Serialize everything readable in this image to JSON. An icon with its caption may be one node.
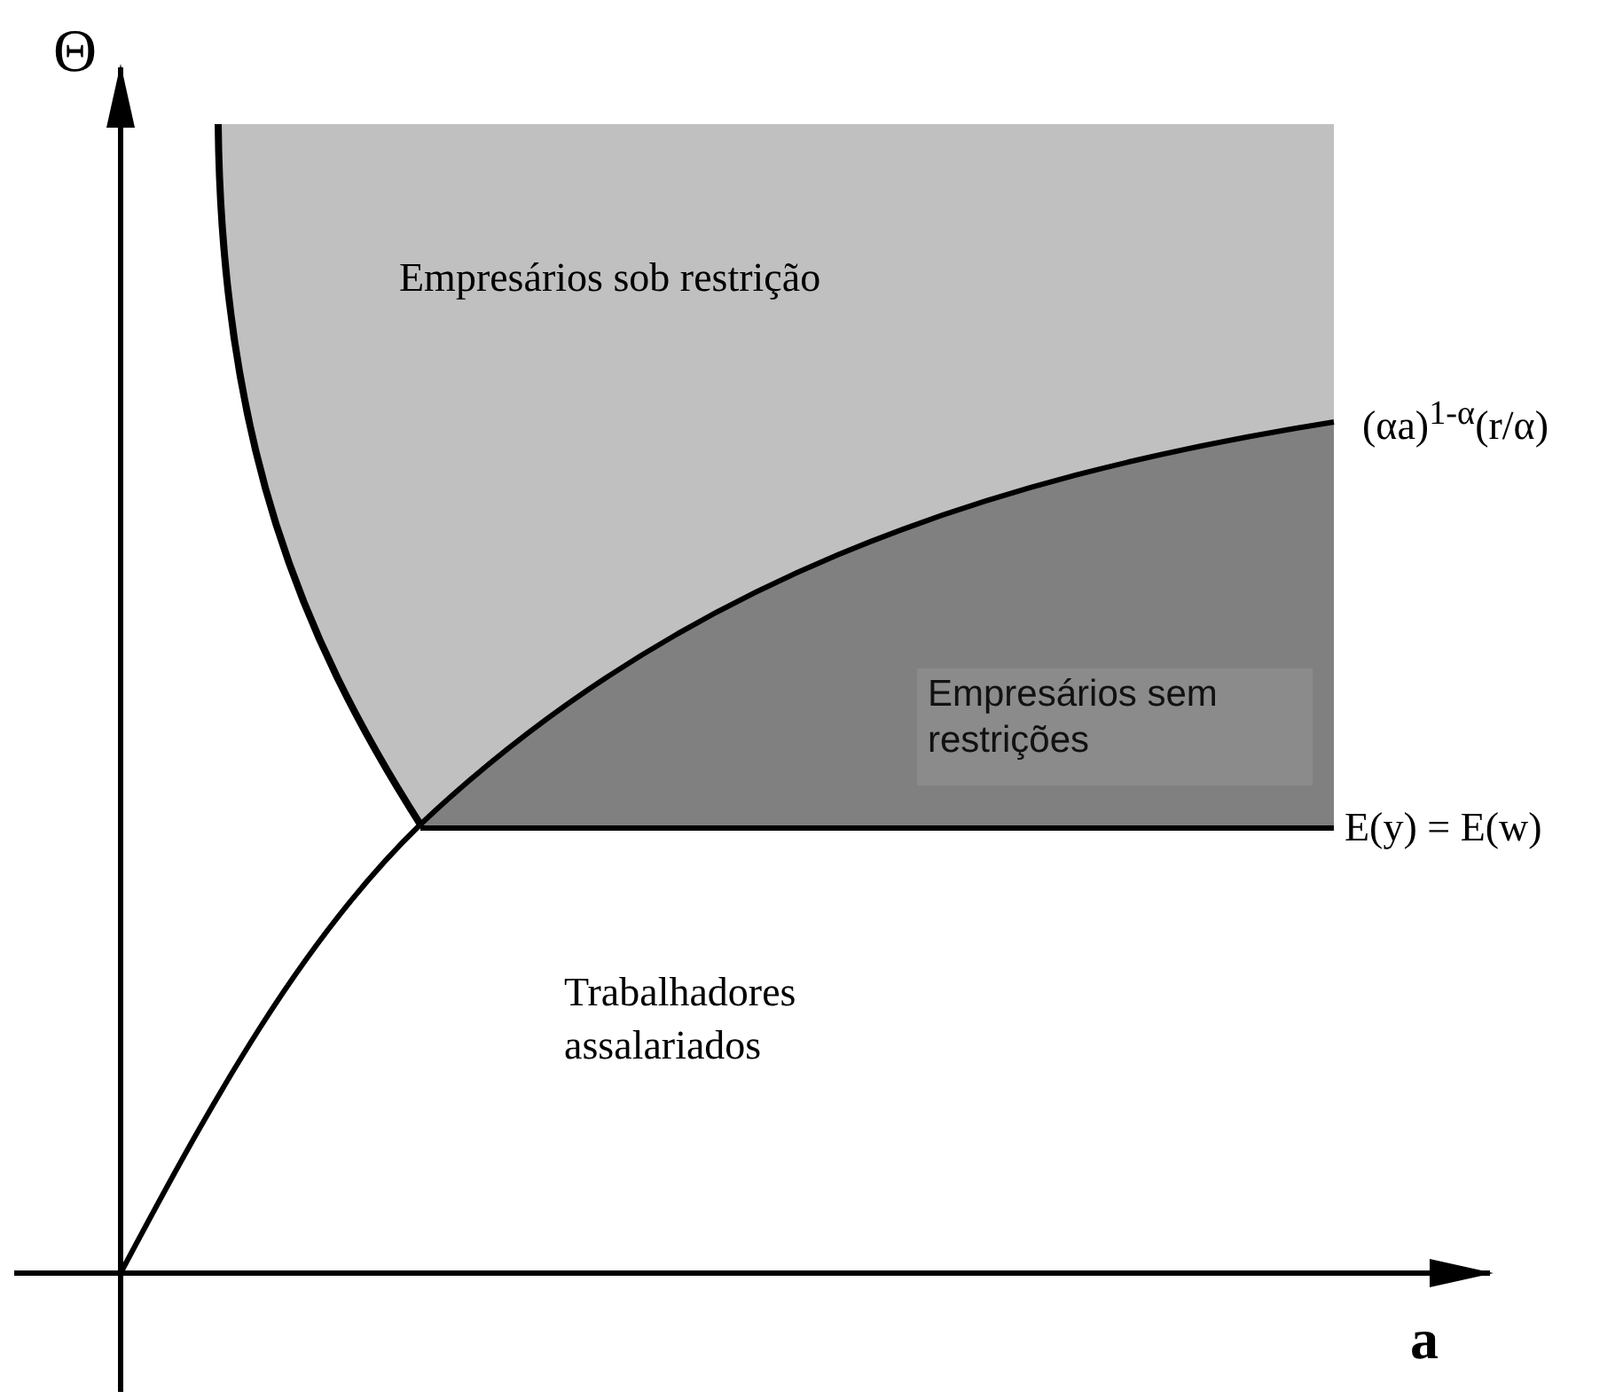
{
  "diagram": {
    "nodes": [
      {
        "text": [
          "Empresários sem restrições"
        ]
      }
    ],
    "labels": [
      "Θ",
      "Empresários sob restrição",
      "(αa)$^{1-α}$(r/α)",
      "E(y) = E(w)",
      "Trabalhadores assalariados",
      "a"
    ]
  }
}
